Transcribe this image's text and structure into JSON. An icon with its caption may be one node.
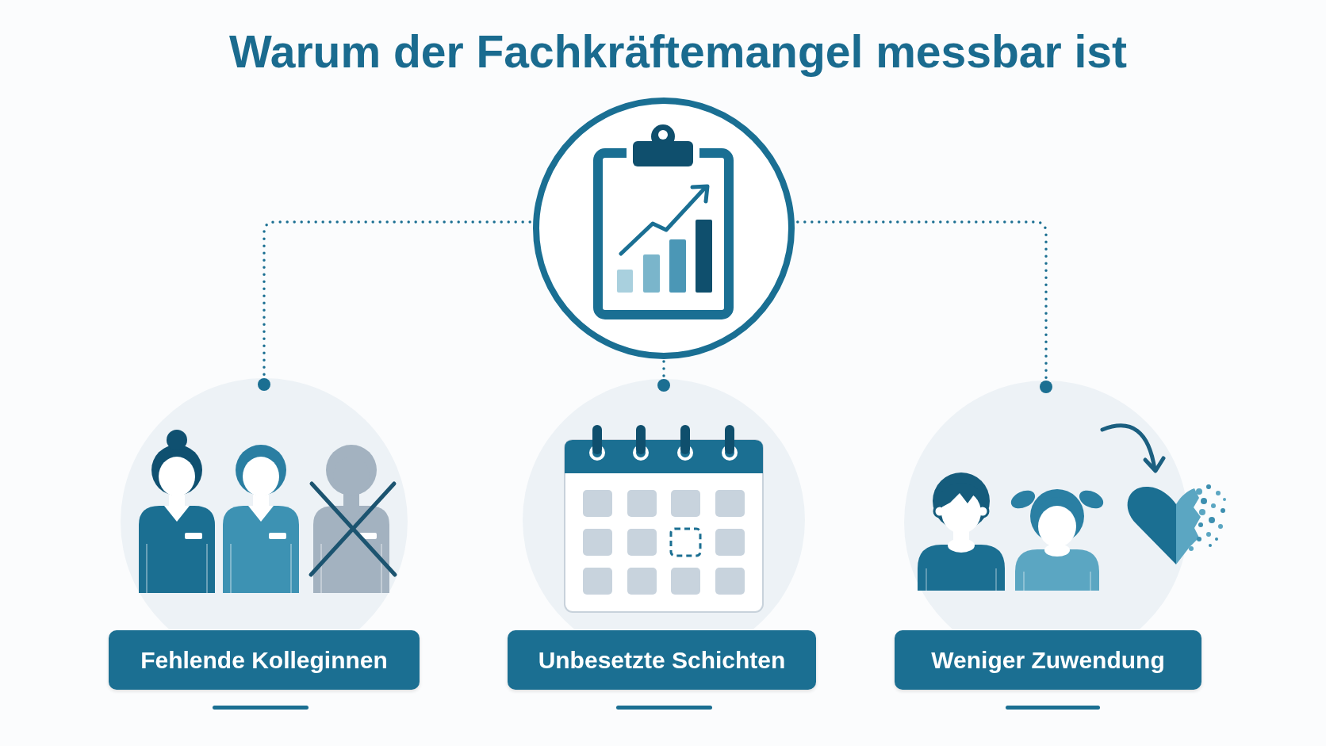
{
  "diagram": {
    "title": "Warum der Fachkräftemangel messbar ist",
    "nodes": [
      {
        "text": [],
        "shape": "picture"
      },
      {
        "text": [],
        "shape": "picture"
      },
      {
        "text": [
          "Fehlende Kolleginnen"
        ]
      },
      {
        "text": [],
        "shape": "picture"
      },
      {
        "text": [
          "Unbesetzte Schichten"
        ]
      },
      {
        "text": [],
        "shape": "picture"
      },
      {
        "text": [
          "Weniger Zuwendung"
        ]
      }
    ],
    "edges": [
      {
        "from": 0,
        "to": 1,
        "arrow": "other",
        "style": "dashed"
      },
      {
        "from": 0,
        "to": 3,
        "arrow": "other",
        "style": "dashed"
      },
      {
        "from": 0,
        "to": 5,
        "arrow": "other",
        "style": "dashed"
      }
    ]
  }
}
